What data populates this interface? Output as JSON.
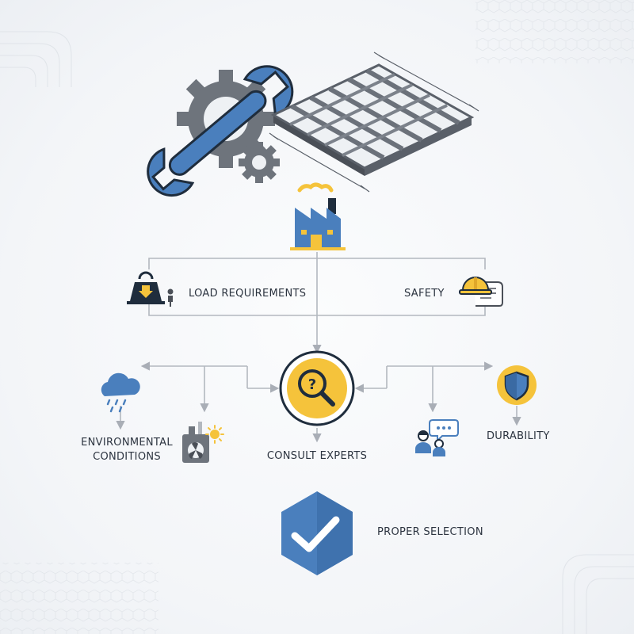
{
  "diagram": {
    "nodes": {
      "load": {
        "label": "LOAD REQUIREMENTS",
        "icon": "weight-load-icon"
      },
      "safety": {
        "label": "SAFETY",
        "icon": "hard-hat-document-icon"
      },
      "environment": {
        "label_line1": "ENVIRONMENTAL",
        "label_line2": "CONDITIONS",
        "icons": [
          "rain-cloud-icon",
          "hvac-sun-icon"
        ]
      },
      "experts": {
        "label": "CONSULT EXPERTS",
        "icon": "magnifier-question-icon"
      },
      "durability": {
        "label": "DURABILITY",
        "icon": "shield-icon"
      },
      "selection": {
        "label": "PROPER SELECTION",
        "icon": "checkmark-hexagon-icon"
      }
    },
    "header_icons": [
      "gear-wrench-icon",
      "steel-grating-icon",
      "factory-icon"
    ],
    "colors": {
      "blue": "#4a7fbd",
      "dark_navy": "#1f2d3d",
      "yellow": "#f5c33b",
      "gray": "#6e747c",
      "connector": "#b3b8bf"
    }
  }
}
